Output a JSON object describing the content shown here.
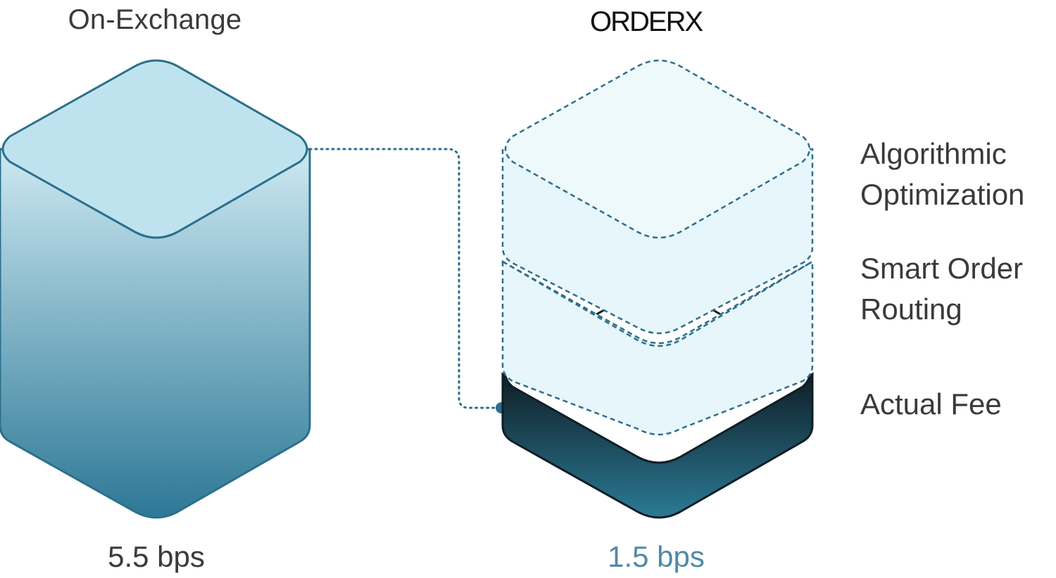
{
  "left_column": {
    "title": "On-Exchange",
    "value": "5.5 bps",
    "fill_top": "#bfe3ee",
    "fill_bottom": "#2d7896",
    "stroke": "#2b6f8c"
  },
  "right_column": {
    "brand": "ORDERX",
    "value": "1.5 bps",
    "value_color": "#4f8aa6",
    "dashed_fill": "#e6f6fb",
    "dashed_stroke": "#2e6f8a",
    "base_top": "#0f1e26",
    "base_bottom": "#2b7a95"
  },
  "layers": [
    {
      "line1": "Algorithmic",
      "line2": "Optimization"
    },
    {
      "line1": "Smart Order",
      "line2": "Routing"
    },
    {
      "line1": "Actual Fee"
    }
  ],
  "connector": {
    "style": "dotted",
    "color": "#2e6f8a"
  }
}
